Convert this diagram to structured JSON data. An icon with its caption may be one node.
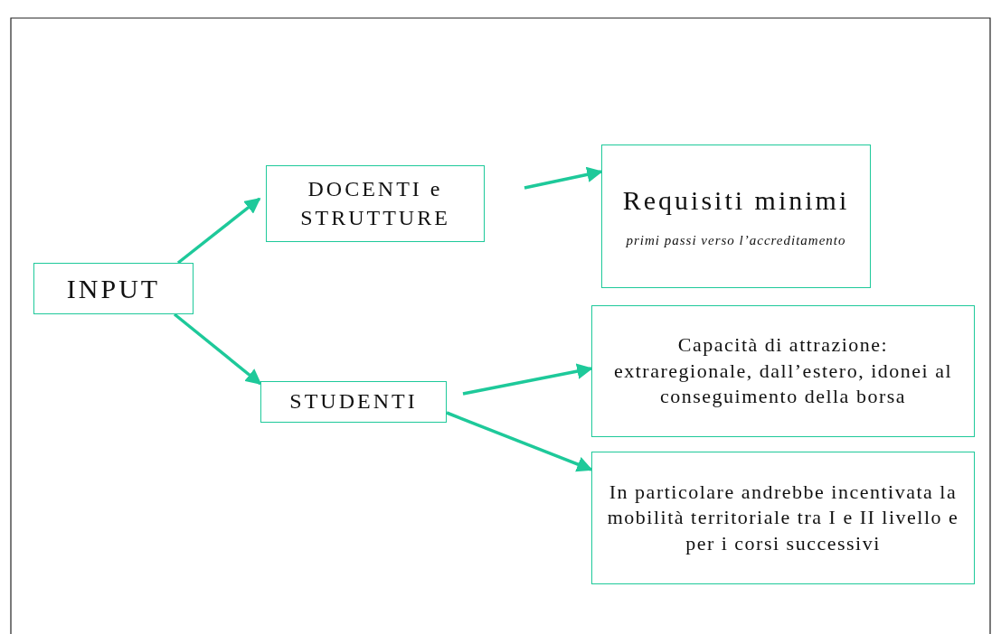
{
  "diagram": {
    "nodes": [
      {
        "text": [
          "INPUT"
        ]
      },
      {
        "text": [
          "DOCENTI e STRUTTURE"
        ]
      },
      {
        "text": [
          "Requisiti minimi",
          "primi passi verso l’accreditamento"
        ]
      },
      {
        "text": [
          "STUDENTI"
        ]
      },
      {
        "text": [
          "Capacità di attrazione: extraregionale, dall’estero, idonei al conseguimento della borsa"
        ]
      },
      {
        "text": [
          "In particolare andrebbe incentivata la mobilità territoriale tra I e II livello e per i corsi successivi"
        ]
      }
    ],
    "edges": [
      {
        "from": 0,
        "to": 1,
        "arrow": "to"
      },
      {
        "from": 1,
        "to": 2,
        "arrow": "to"
      },
      {
        "from": 0,
        "to": 3,
        "arrow": "to"
      },
      {
        "from": 3,
        "to": 4,
        "arrow": "to"
      },
      {
        "from": 3,
        "to": 5,
        "arrow": "to"
      }
    ]
  }
}
